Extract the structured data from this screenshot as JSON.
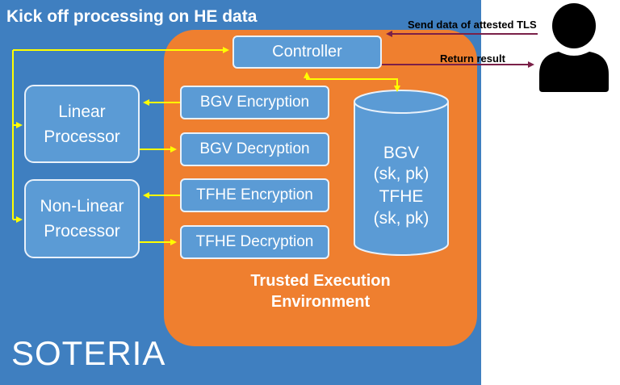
{
  "header": {
    "title": "Kick off processing on HE data"
  },
  "brand": {
    "label": "SOTERIA"
  },
  "tee": {
    "line1": "Trusted Execution",
    "line2": "Environment"
  },
  "controller": {
    "label": "Controller"
  },
  "linear_processor": {
    "line1": "Linear",
    "line2": "Processor"
  },
  "nonlinear_processor": {
    "line1": "Non-Linear",
    "line2": "Processor"
  },
  "ops": {
    "bgv_encryption": "BGV Encryption",
    "bgv_decryption": "BGV Decryption",
    "tfhe_encryption": "TFHE Encryption",
    "tfhe_decryption": "TFHE Decryption"
  },
  "key_store": {
    "line1": "BGV",
    "line2": "(sk, pk)",
    "line3": "TFHE",
    "line4": "(sk, pk)"
  },
  "external": {
    "send_label": "Send data of attested TLS",
    "return_label": "Return result"
  },
  "colors": {
    "panel": "#3f7fc0",
    "tee": "#ef7f2f",
    "box": "#5b9bd5",
    "yellow_arrow": "#ffff00",
    "external_arrow": "#7a2048",
    "user_icon": "#000000"
  }
}
